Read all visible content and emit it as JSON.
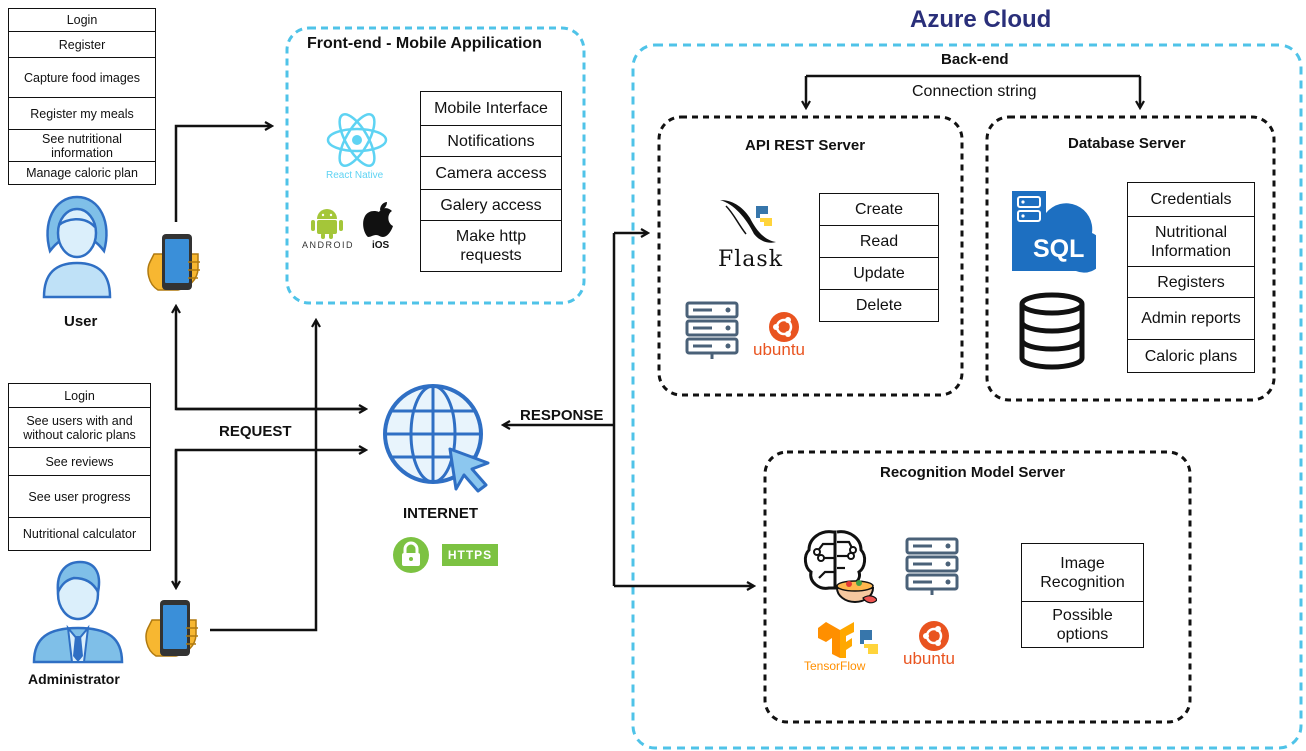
{
  "cloud_title": "Azure Cloud",
  "frontend": {
    "title": "Front-end - Mobile Appilication",
    "react_native_label": "React Native",
    "android_label": "ANDROID",
    "ios_label": "iOS",
    "features": [
      "Mobile Interface",
      "Notifications",
      "Camera access",
      "Galery access",
      "Make http requests"
    ]
  },
  "user": {
    "label": "User",
    "menu": [
      "Login",
      "Register",
      "Capture food images",
      "Register my meals",
      "See nutritional information",
      "Manage caloric plan"
    ]
  },
  "admin": {
    "label": "Administrator",
    "menu": [
      "Login",
      "See users with and without caloric plans",
      "See reviews",
      "See user progress",
      "Nutritional calculator"
    ]
  },
  "network": {
    "request_label": "REQUEST",
    "response_label": "RESPONSE",
    "internet_label": "INTERNET",
    "https_label": "HTTPS"
  },
  "backend": {
    "title": "Back-end",
    "connection_label": "Connection string",
    "api": {
      "title": "API REST Server",
      "flask_label": "Flask",
      "ubuntu_label": "ubuntu",
      "operations": [
        "Create",
        "Read",
        "Update",
        "Delete"
      ]
    },
    "database": {
      "title": "Database Server",
      "sql_label": "SQL",
      "tables": [
        "Credentials",
        "Nutritional Information",
        "Registers",
        "Admin reports",
        "Caloric plans"
      ]
    }
  },
  "recognition": {
    "title": "Recognition Model Server",
    "tensorflow_label": "TensorFlow",
    "ubuntu_label": "ubuntu",
    "outputs": [
      "Image Recognition",
      "Possible options"
    ]
  },
  "colors": {
    "cloud_border": "#4fc3e8",
    "title_navy": "#2a2f7a",
    "icon_blue": "#2f6fc4",
    "react_blue": "#5ed3f3",
    "android_green": "#a4c639",
    "ubuntu_orange": "#e95420",
    "https_green": "#7cc242",
    "tensorflow_orange": "#ff8f00",
    "sql_blue": "#1d6fc1"
  }
}
